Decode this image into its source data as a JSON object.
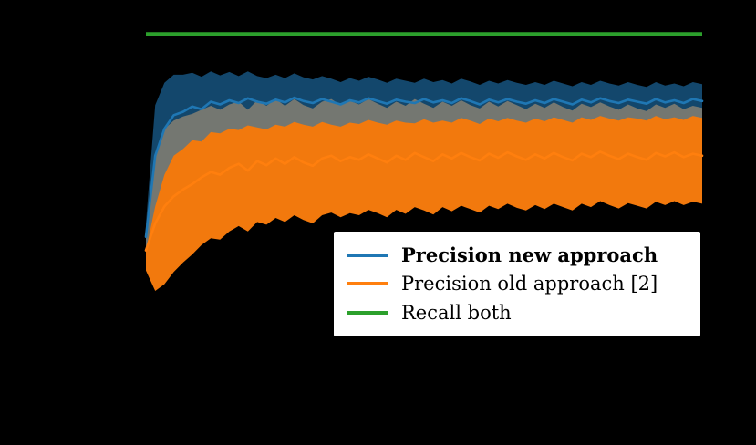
{
  "colors": {
    "background": "#000000",
    "legend_background": "#ffffff",
    "legend_border": "#000000"
  },
  "legend": {
    "position": "lower right"
  },
  "chart_data": {
    "type": "line",
    "title": "",
    "xlabel": "",
    "ylabel": "",
    "grid": false,
    "legend_position": "lower right",
    "ylim": [
      0.45,
      1.01
    ],
    "x": [
      0,
      5,
      10,
      15,
      20,
      25,
      30,
      35,
      40,
      45,
      50,
      55,
      60,
      65,
      70,
      75,
      80,
      85,
      90,
      95,
      100,
      105,
      110,
      115,
      120,
      125,
      130,
      135,
      140,
      145,
      150,
      155,
      160,
      165,
      170,
      175,
      180,
      185,
      190,
      195,
      200,
      205,
      210,
      215,
      220,
      225,
      230,
      235,
      240,
      245,
      250,
      255,
      260,
      265,
      270,
      275,
      280,
      285,
      290,
      295,
      300
    ],
    "series": [
      {
        "name": "Precision new approach",
        "color": "#1f77b4",
        "bold_in_legend": true,
        "mean": [
          0.7,
          0.82,
          0.86,
          0.88,
          0.885,
          0.893,
          0.889,
          0.9,
          0.896,
          0.902,
          0.898,
          0.905,
          0.9,
          0.897,
          0.903,
          0.899,
          0.906,
          0.901,
          0.898,
          0.904,
          0.9,
          0.896,
          0.902,
          0.899,
          0.905,
          0.901,
          0.897,
          0.903,
          0.9,
          0.898,
          0.904,
          0.899,
          0.902,
          0.898,
          0.905,
          0.901,
          0.896,
          0.903,
          0.899,
          0.904,
          0.9,
          0.897,
          0.902,
          0.898,
          0.904,
          0.9,
          0.896,
          0.903,
          0.899,
          0.905,
          0.901,
          0.898,
          0.903,
          0.9,
          0.897,
          0.904,
          0.899,
          0.902,
          0.898,
          0.904,
          0.901
        ],
        "band_half": [
          0.02,
          0.075,
          0.068,
          0.06,
          0.055,
          0.05,
          0.048,
          0.045,
          0.043,
          0.042,
          0.04,
          0.04,
          0.038,
          0.038,
          0.037,
          0.036,
          0.036,
          0.035,
          0.035,
          0.034,
          0.034,
          0.033,
          0.033,
          0.032,
          0.032,
          0.032,
          0.031,
          0.031,
          0.031,
          0.03,
          0.03,
          0.03,
          0.03,
          0.029,
          0.029,
          0.029,
          0.029,
          0.028,
          0.028,
          0.028,
          0.028,
          0.028,
          0.027,
          0.027,
          0.027,
          0.027,
          0.027,
          0.026,
          0.026,
          0.026,
          0.026,
          0.026,
          0.026,
          0.025,
          0.025,
          0.025,
          0.025,
          0.025,
          0.025,
          0.025,
          0.025
        ]
      },
      {
        "name": "Precision old approach [2]",
        "color": "#ff7f0e",
        "bold_in_legend": false,
        "mean": [
          0.68,
          0.72,
          0.745,
          0.76,
          0.77,
          0.778,
          0.788,
          0.796,
          0.792,
          0.802,
          0.808,
          0.798,
          0.812,
          0.806,
          0.816,
          0.808,
          0.818,
          0.81,
          0.805,
          0.816,
          0.82,
          0.812,
          0.818,
          0.814,
          0.822,
          0.816,
          0.81,
          0.82,
          0.814,
          0.824,
          0.818,
          0.812,
          0.822,
          0.816,
          0.824,
          0.818,
          0.813,
          0.823,
          0.817,
          0.825,
          0.819,
          0.814,
          0.822,
          0.816,
          0.824,
          0.818,
          0.813,
          0.823,
          0.818,
          0.826,
          0.82,
          0.815,
          0.823,
          0.818,
          0.814,
          0.824,
          0.819,
          0.825,
          0.818,
          0.823,
          0.82
        ],
        "band_half": [
          0.03,
          0.1,
          0.115,
          0.112,
          0.108,
          0.104,
          0.1,
          0.098,
          0.096,
          0.094,
          0.092,
          0.09,
          0.09,
          0.088,
          0.088,
          0.086,
          0.086,
          0.085,
          0.085,
          0.084,
          0.084,
          0.083,
          0.083,
          0.082,
          0.082,
          0.081,
          0.081,
          0.08,
          0.08,
          0.08,
          0.079,
          0.079,
          0.078,
          0.078,
          0.078,
          0.077,
          0.077,
          0.077,
          0.076,
          0.076,
          0.076,
          0.075,
          0.075,
          0.075,
          0.075,
          0.074,
          0.074,
          0.074,
          0.074,
          0.073,
          0.073,
          0.073,
          0.073,
          0.072,
          0.072,
          0.072,
          0.072,
          0.072,
          0.071,
          0.071,
          0.071
        ]
      },
      {
        "name": "Recall both",
        "color": "#2ca02c",
        "bold_in_legend": false,
        "constant": 1.0
      }
    ]
  }
}
